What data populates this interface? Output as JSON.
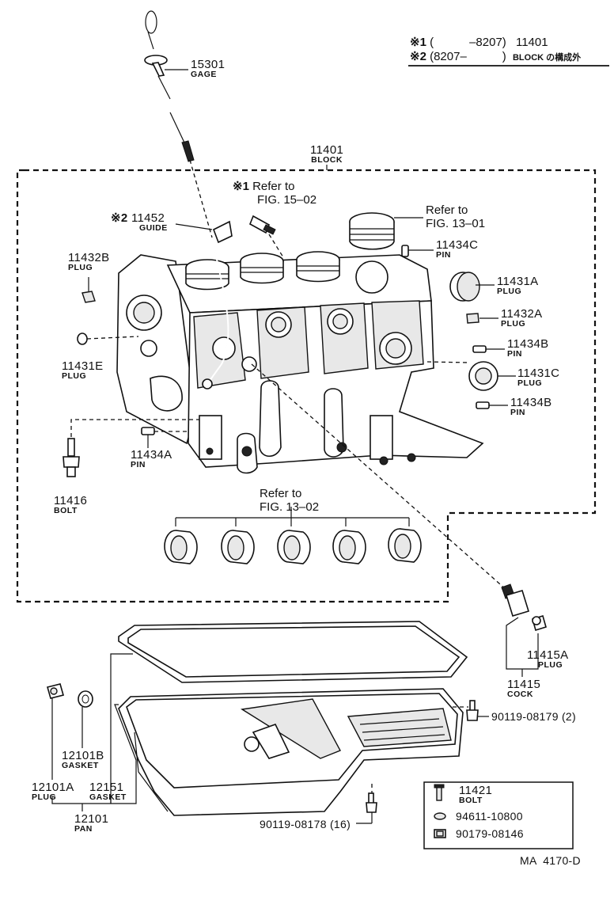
{
  "notes": {
    "line1_mark": "※1",
    "line1_range": "(　　　–8207)",
    "line1_part": "11401",
    "line2_mark": "※2",
    "line2_range": "(8207–　　　)",
    "line2_part": "BLOCK の構成外"
  },
  "parts": {
    "gage": {
      "no": "15301",
      "name": "GAGE"
    },
    "block": {
      "no": "11401",
      "name": "BLOCK"
    },
    "guide": {
      "no": "11452",
      "name": "GUIDE",
      "mark": "※2"
    },
    "plug_11432b": {
      "no": "11432B",
      "name": "PLUG"
    },
    "plug_11431e": {
      "no": "11431E",
      "name": "PLUG"
    },
    "pin_11434a": {
      "no": "11434A",
      "name": "PIN"
    },
    "bolt_11416": {
      "no": "11416",
      "name": "BOLT"
    },
    "pin_11434c": {
      "no": "11434C",
      "name": "PIN"
    },
    "plug_11431a": {
      "no": "11431A",
      "name": "PLUG"
    },
    "plug_11432a": {
      "no": "11432A",
      "name": "PLUG"
    },
    "pin_11434b_1": {
      "no": "11434B",
      "name": "PIN"
    },
    "plug_11431c": {
      "no": "11431C",
      "name": "PLUG"
    },
    "pin_11434b_2": {
      "no": "11434B",
      "name": "PIN"
    },
    "plug_11415a": {
      "no": "11415A",
      "name": "PLUG"
    },
    "cock_11415": {
      "no": "11415",
      "name": "COCK"
    },
    "gasket_12101b": {
      "no": "12101B",
      "name": "GASKET"
    },
    "plug_12101a": {
      "no": "12101A",
      "name": "PLUG"
    },
    "gasket_12151": {
      "no": "12151",
      "name": "GASKET"
    },
    "pan_12101": {
      "no": "12101",
      "name": "PAN"
    },
    "bolt_90119_08179": {
      "no": "90119-08179 (2)"
    },
    "bolt_90119_08178": {
      "no": "90119-08178 (16)"
    }
  },
  "refs": {
    "fig1502": {
      "mark": "※1",
      "line1": "Refer to",
      "line2": "FIG. 15–02"
    },
    "fig1301": {
      "line1": "Refer to",
      "line2": "FIG. 13–01"
    },
    "fig1302": {
      "line1": "Refer to",
      "line2": "FIG. 13–02"
    }
  },
  "legend": {
    "bolt_no": "11421",
    "bolt_name": "BOLT",
    "washer_no": "94611-10800",
    "nut_no": "90179-08146"
  },
  "figure_id": "MA  4170-D"
}
